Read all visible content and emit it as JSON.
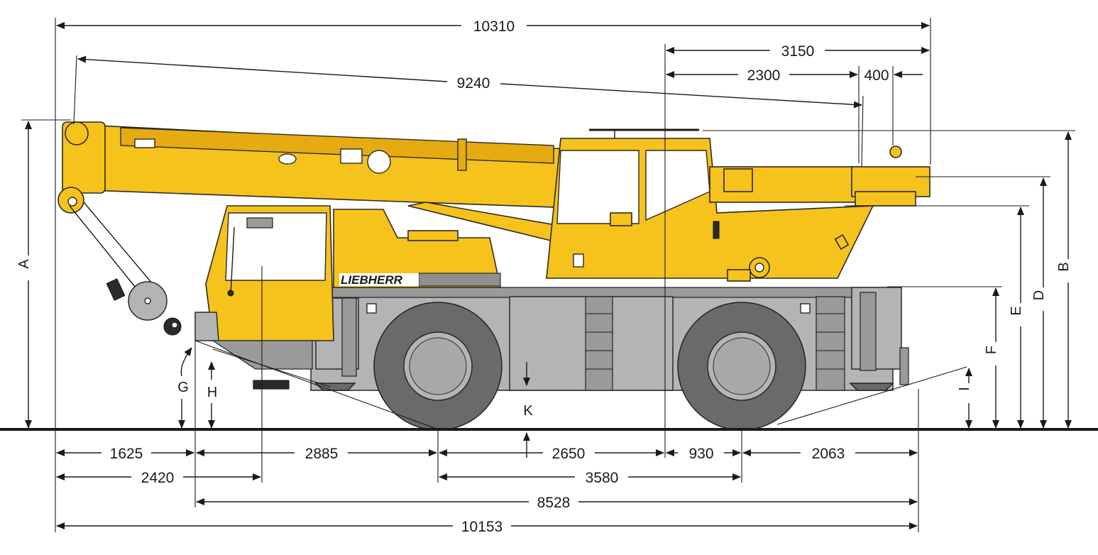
{
  "brand": "LIEBHERR",
  "colors": {
    "crane_yellow": "#f6c21c",
    "chassis_grey": "#b4b4b4",
    "tyre_dark": "#6a6a6a",
    "line": "#1a1a1a"
  },
  "dimensions": {
    "overall_length_boom": "10310",
    "boom_length": "9240",
    "rear_3150": "3150",
    "rear_2300": "2300",
    "rear_400": "400",
    "front_overhang": "1625",
    "front_2420": "2420",
    "front_2885": "2885",
    "wheelbase_a": "2650",
    "wheelbase_b": "930",
    "rear_overhang": "2063",
    "center_3580": "3580",
    "chassis_8528": "8528",
    "overall_length": "10153"
  },
  "letters": {
    "A": "A",
    "B": "B",
    "D": "D",
    "E": "E",
    "F": "F",
    "G": "G",
    "H": "H",
    "I": "I",
    "K": "K"
  }
}
